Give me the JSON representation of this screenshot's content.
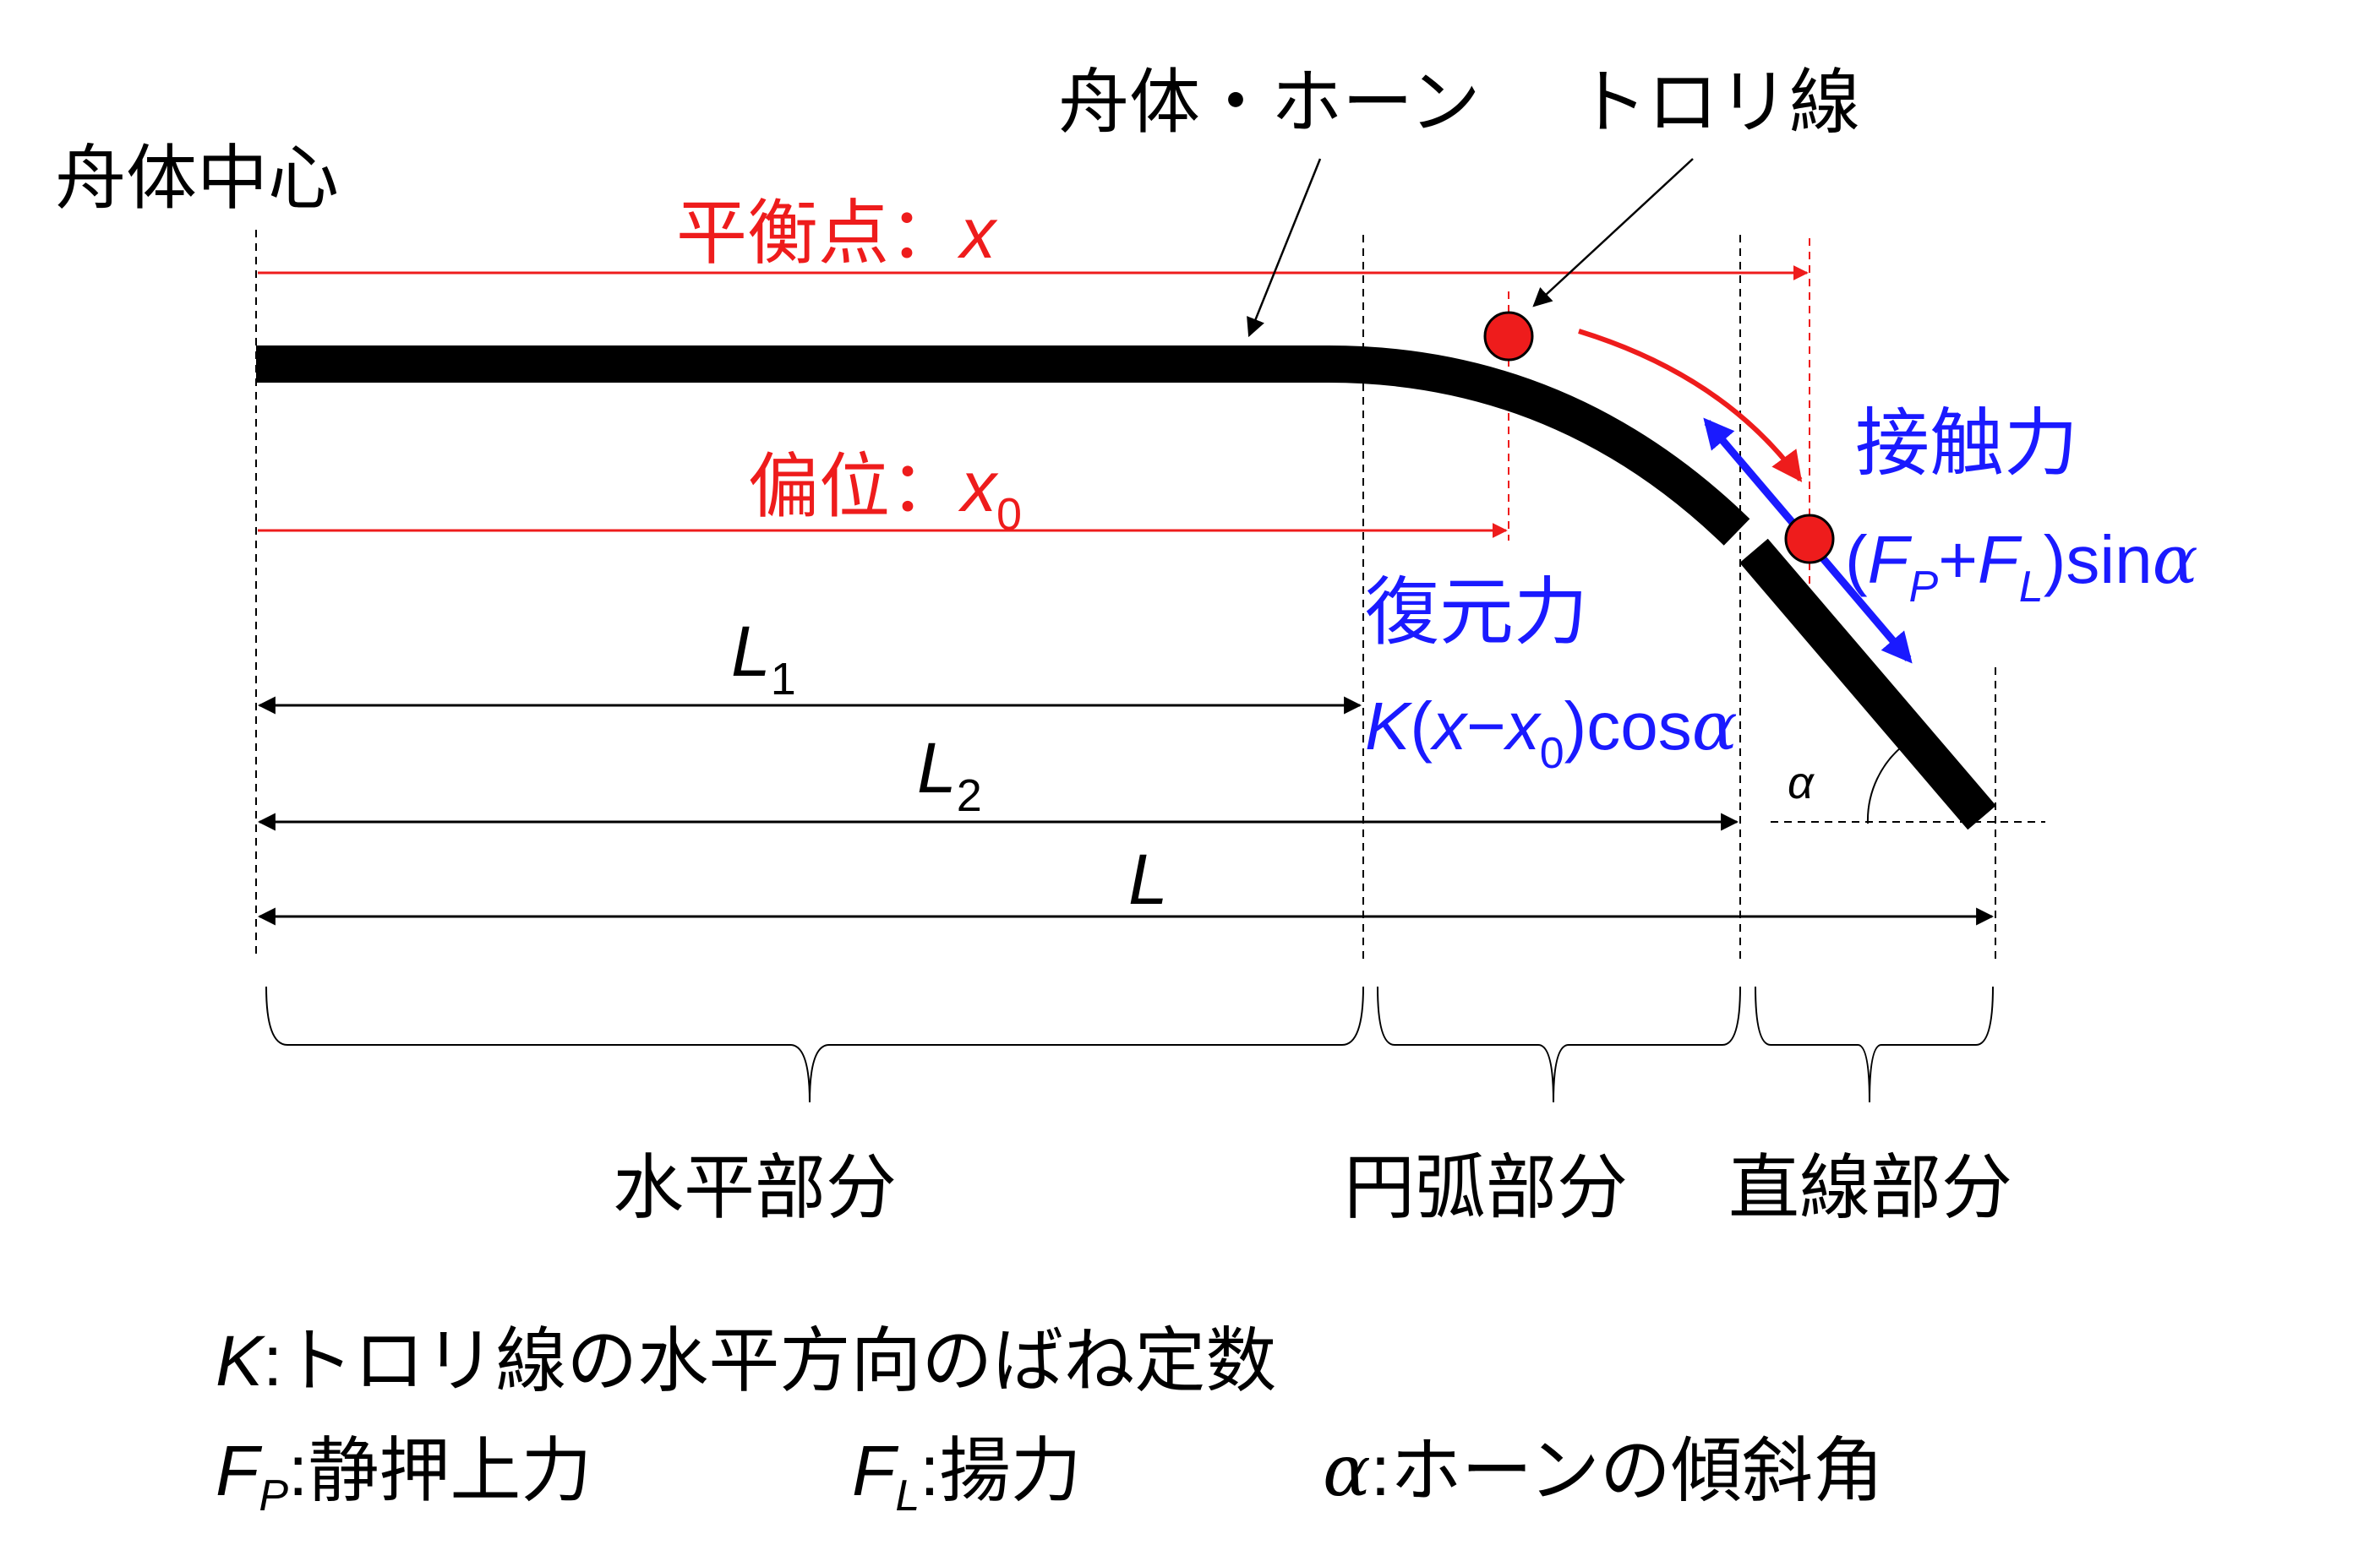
{
  "labels": {
    "hull_center": "舟体中心",
    "hull_horn": "舟体・ホーン",
    "trolley_wire": "トロリ線",
    "equilibrium": "平衡点：",
    "equilibrium_var": "x",
    "displacement": "偏位：",
    "displacement_var": "x",
    "displacement_sub": "0",
    "contact_force": "接触力",
    "contact_expr_open": "(",
    "contact_expr_fp": "F",
    "contact_expr_fp_sub": "P",
    "contact_expr_plus": "+",
    "contact_expr_fl": "F",
    "contact_expr_fl_sub": "L",
    "contact_expr_close": ")sin",
    "contact_expr_alpha": "α",
    "restoring_force": "復元力",
    "restoring_expr_k": "K",
    "restoring_expr_open": "(",
    "restoring_expr_x": "x",
    "restoring_expr_minus": "−",
    "restoring_expr_x0": "x",
    "restoring_expr_x0_sub": "0",
    "restoring_expr_close": ")cos",
    "restoring_expr_alpha": "α",
    "alpha_angle": "α",
    "L1": "L",
    "L1_sub": "1",
    "L2": "L",
    "L2_sub": "2",
    "L": "L",
    "section_horizontal": "水平部分",
    "section_arc": "円弧部分",
    "section_straight": "直線部分"
  },
  "legend": {
    "k_symbol": "K",
    "k_text": ":トロリ線の水平方向のばね定数",
    "fp_symbol": "F",
    "fp_sub": "P",
    "fp_text": ":静押上力",
    "fl_symbol": "F",
    "fl_sub": "L",
    "fl_text": ":揚力",
    "alpha_symbol": "α",
    "alpha_text": ":ホーンの傾斜角"
  },
  "colors": {
    "red": "#ee1c1c",
    "blue": "#1a1aff",
    "black": "#000000"
  }
}
